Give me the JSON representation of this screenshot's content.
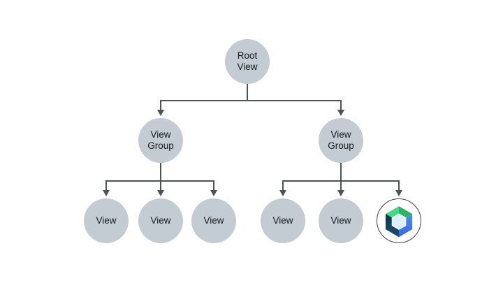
{
  "colors": {
    "background": "#ffffff",
    "node_fill": "#c3ccd2",
    "node_text": "#17191c",
    "connector": "#4e5357",
    "compose_ring": "#3a4045",
    "compose_green_light": "#41d982",
    "compose_green_dark": "#2db368",
    "compose_blue_light": "#4a8cf7",
    "compose_blue_dark": "#3569dd",
    "compose_navy_top": "#0b3149",
    "compose_navy_bottom": "#1b4f6b",
    "compose_inner_hex": "#ddeefb",
    "compose_inner_hex_stroke": "#f2f8fe"
  },
  "nodes": {
    "root": {
      "label": "Root\nView"
    },
    "group_left": {
      "label": "View\nGroup"
    },
    "group_right": {
      "label": "View\nGroup"
    },
    "left_leaf_1": {
      "label": "View"
    },
    "left_leaf_2": {
      "label": "View"
    },
    "left_leaf_3": {
      "label": "View"
    },
    "right_leaf_1": {
      "label": "View"
    },
    "right_leaf_2": {
      "label": "View"
    },
    "right_leaf_3": {
      "icon": "jetpack-compose-logo"
    }
  }
}
